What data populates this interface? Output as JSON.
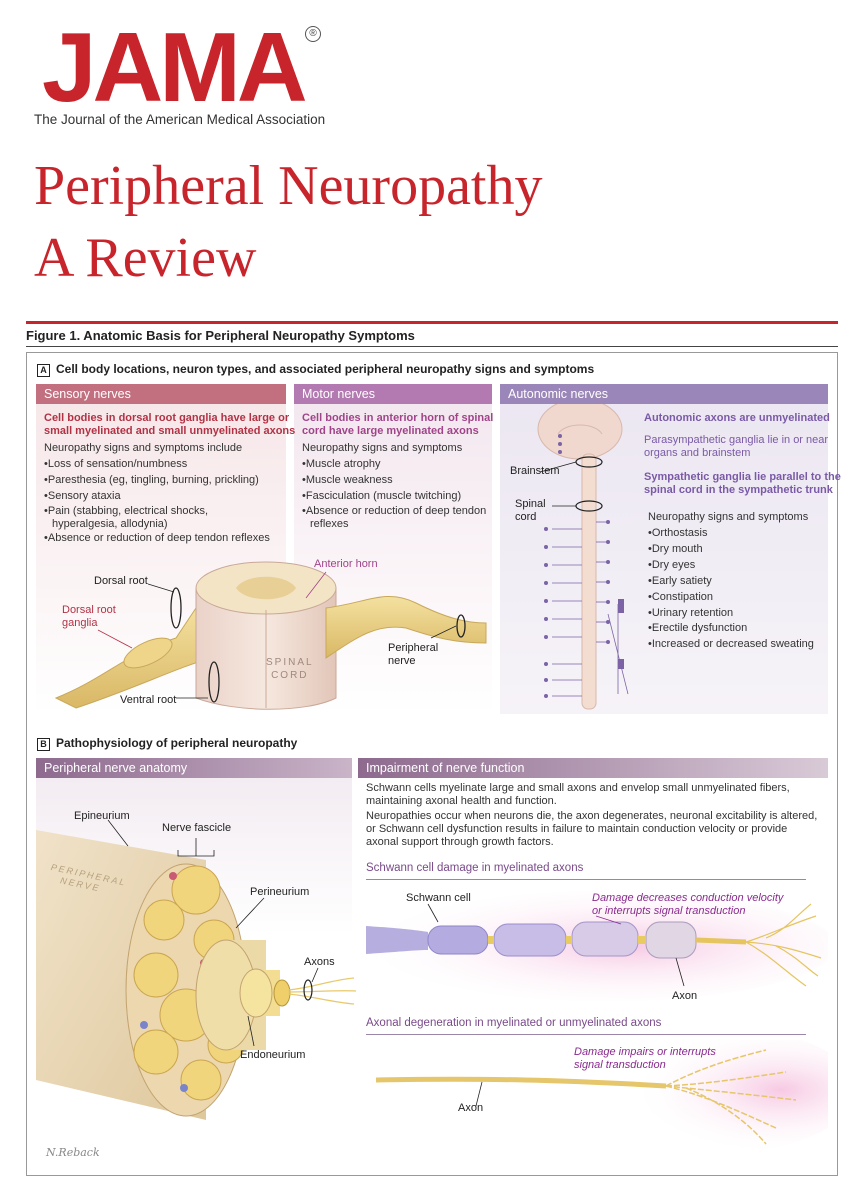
{
  "header": {
    "logo": "JAMA",
    "logo_mark": "®",
    "journal_name": "The Journal of the American Medical Association",
    "title_line1": "Peripheral Neuropathy",
    "title_line2": "A Review"
  },
  "figure": {
    "title": "Figure 1. Anatomic Basis for Peripheral Neuropathy Symptoms",
    "section_a": {
      "letter": "A",
      "title": "Cell body locations, neuron types, and associated peripheral neuropathy signs and symptoms",
      "sensory": {
        "header": "Sensory nerves",
        "bold": [
          "Cell bodies in dorsal root ganglia have large or",
          "small myelinated and small unmyelinated axons"
        ],
        "intro": "Neuropathy signs and symptoms include",
        "items": [
          "Loss of sensation/numbness",
          "Paresthesia (eg, tingling, burning, prickling)",
          "Sensory ataxia",
          "Pain (stabbing, electrical shocks,",
          "hyperalgesia, allodynia)",
          "Absence or reduction of deep tendon reflexes"
        ]
      },
      "motor": {
        "header": "Motor nerves",
        "bold": [
          "Cell bodies in anterior horn of spinal",
          "cord have large myelinated axons"
        ],
        "intro": "Neuropathy signs and symptoms",
        "items": [
          "Muscle atrophy",
          "Muscle weakness",
          "Fasciculation (muscle twitching)",
          "Absence or reduction of deep tendon",
          "reflexes"
        ]
      },
      "autonomic": {
        "header": "Autonomic nerves",
        "note1": "Autonomic axons are unmyelinated",
        "note2": [
          "Parasympathetic ganglia lie in or near",
          "organs and brainstem"
        ],
        "note3": [
          "Sympathetic ganglia lie parallel to the",
          "spinal cord in the sympathetic trunk"
        ],
        "intro": "Neuropathy signs and symptoms",
        "items": [
          "Orthostasis",
          "Dry mouth",
          "Dry eyes",
          "Early satiety",
          "Constipation",
          "Urinary retention",
          "Erectile dysfunction",
          "Increased or decreased sweating"
        ],
        "labels": {
          "brainstem": "Brainstem",
          "spinal": "Spinal",
          "cord": "cord"
        }
      },
      "spine_labels": {
        "dorsal_root": "Dorsal root",
        "dorsal_root_ganglia_1": "Dorsal root",
        "dorsal_root_ganglia_2": "ganglia",
        "anterior_horn": "Anterior horn",
        "spinal_cord_1": "SPINAL",
        "spinal_cord_2": "CORD",
        "peripheral_nerve_1": "Peripheral",
        "peripheral_nerve_2": "nerve",
        "ventral_root": "Ventral root"
      }
    },
    "section_b": {
      "letter": "B",
      "title": "Pathophysiology of peripheral neuropathy",
      "anatomy": {
        "header": "Peripheral nerve anatomy",
        "epineurium": "Epineurium",
        "fascicle": "Nerve fascicle",
        "perineurium": "Perineurium",
        "axons": "Axons",
        "endoneurium": "Endoneurium",
        "engraved_1": "PERIPHERAL",
        "engraved_2": "NERVE",
        "signature": "N.Reback"
      },
      "impairment": {
        "header": "Impairment of nerve function",
        "para1": [
          "Schwann cells myelinate large and small axons and envelop small unmyelinated fibers,",
          "maintaining axonal health and function."
        ],
        "para2": [
          "Neuropathies occur when neurons die, the axon degenerates, neuronal excitability is altered,",
          "or Schwann cell dysfunction results in failure to maintain conduction velocity or provide",
          "axonal support through growth factors."
        ],
        "schwann_heading": "Schwann cell damage in myelinated axons",
        "schwann_cell": "Schwann cell",
        "schwann_damage": [
          "Damage decreases conduction velocity",
          "or interrupts signal transduction"
        ],
        "axon1": "Axon",
        "axonal_heading": "Axonal degeneration in myelinated or unmyelinated axons",
        "axonal_damage": [
          "Damage impairs or interrupts",
          "signal transduction"
        ],
        "axon2": "Axon"
      }
    }
  },
  "colors": {
    "brand_red": "#c8242b",
    "sensory": "#c0707f",
    "motor": "#b27ab0",
    "autonomic": "#9a86b8",
    "pathology": "#8d6a8e"
  }
}
